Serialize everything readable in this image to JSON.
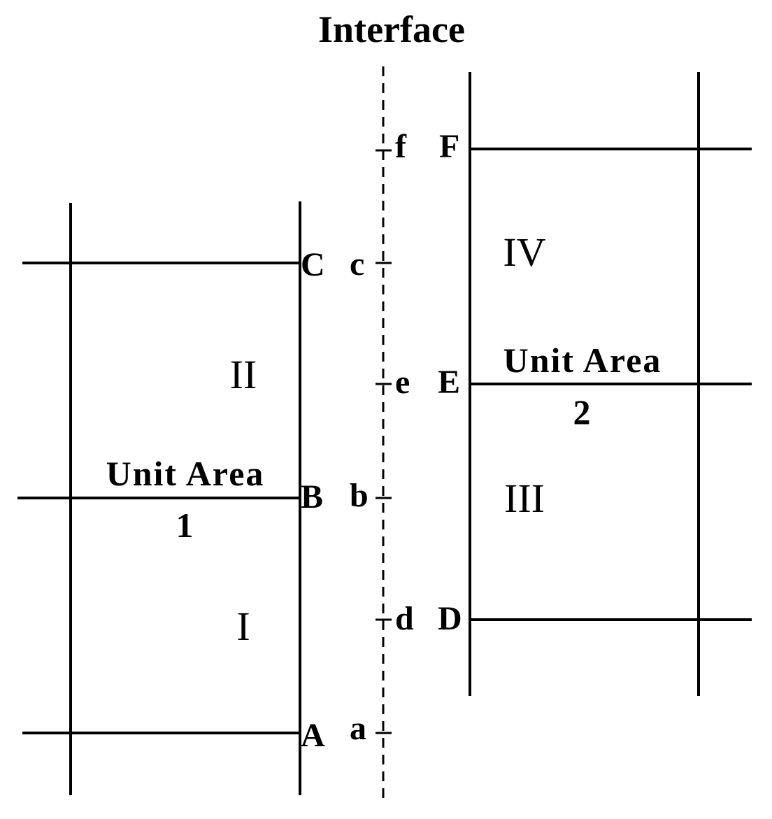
{
  "title": "Interface",
  "unit_area_1": {
    "line1": "Unit Area",
    "line2": "1"
  },
  "unit_area_2": {
    "line1": "Unit Area",
    "line2": "2"
  },
  "points_upper": {
    "A": "A",
    "B": "B",
    "C": "C",
    "D": "D",
    "E": "E",
    "F": "F"
  },
  "points_lower": {
    "a": "a",
    "b": "b",
    "c": "c",
    "d": "d",
    "e": "e",
    "f": "f"
  },
  "regions": {
    "r1": "I",
    "r2": "II",
    "r3": "III",
    "r4": "IV"
  }
}
